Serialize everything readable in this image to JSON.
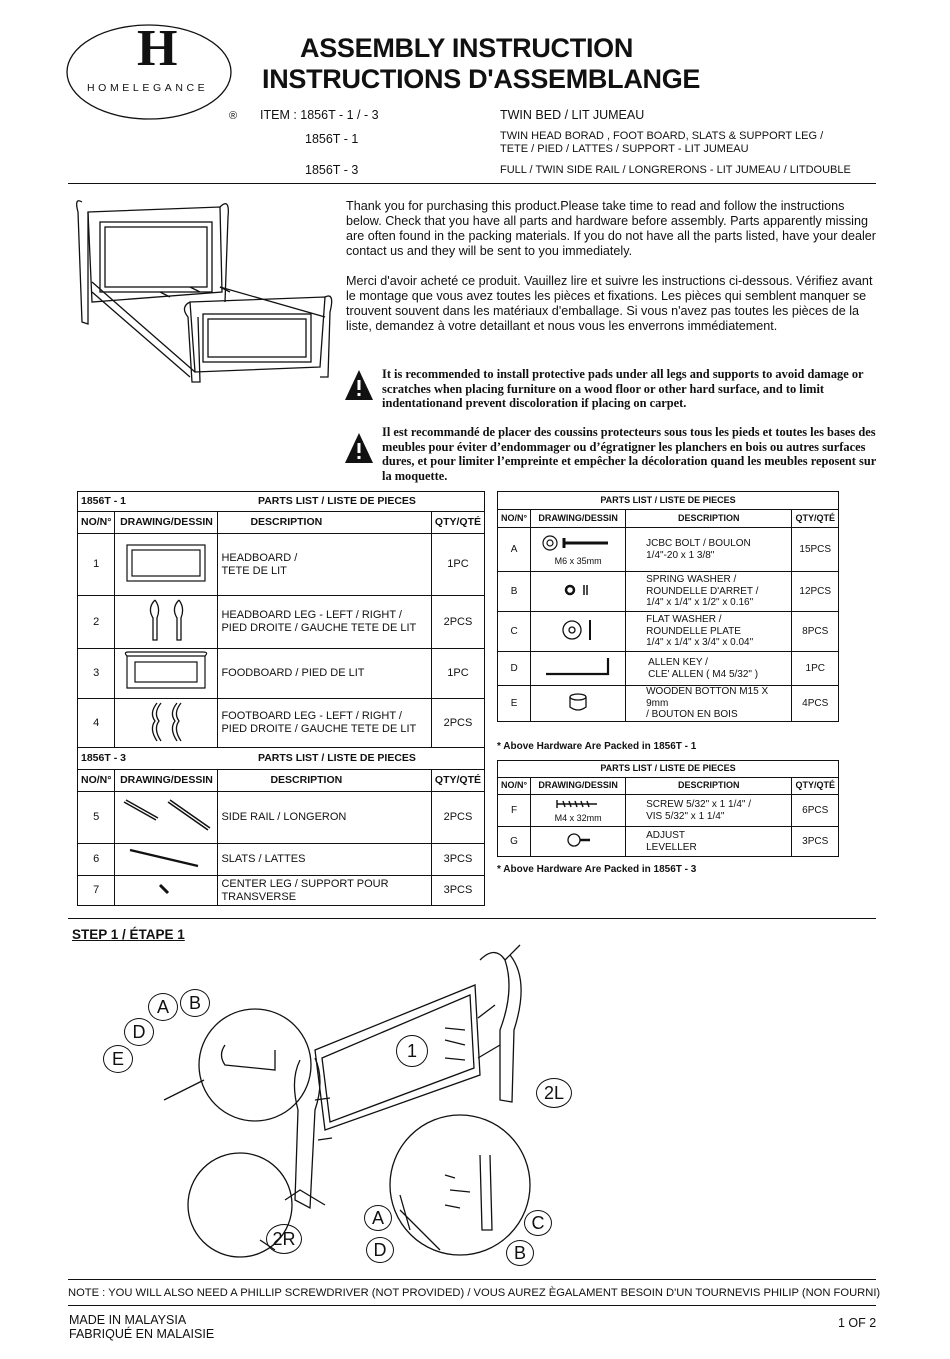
{
  "brand": {
    "logo_letter": "H",
    "logo_text": "HOMELEGANCE",
    "registered": "®"
  },
  "title": {
    "line1": "ASSEMBLY INSTRUCTION",
    "line2": "INSTRUCTIONS D'ASSEMBLANGE"
  },
  "item": {
    "label": "ITEM : 1856T - 1 / - 3",
    "bed_type": "TWIN BED / LIT JUMEAU",
    "sub1_code": "1856T - 1",
    "sub1_desc": "TWIN HEAD BORAD , FOOT BOARD, SLATS & SUPPORT LEG /\nTETE / PIED / LATTES / SUPPORT - LIT JUMEAU",
    "sub3_code": "1856T - 3",
    "sub3_desc": "FULL / TWIN SIDE RAIL / LONGRERONS - LIT JUMEAU /  LITDOUBLE"
  },
  "intro": {
    "en": "Thank you for purchasing this product.Please take time to read and follow the instructions below. Check that you have all parts and hardware before assembly. Parts apparently missing are often found in the packing materials. If you do not have all the parts listed, have your dealer contact us and they will be sent to you immediately.",
    "fr": "Merci d'avoir acheté ce produit. Vauillez lire et suivre les instructions ci-dessous. Vérifiez avant le montage que vous avez toutes les pièces et fixations. Les pièces qui semblent manquer se trouvent souvent dans les matériaux d'emballage. Si vous n'avez pas toutes les pièces de la liste, demandez à votre detaillant et nous vous les enverrons immédiatement."
  },
  "warnings": {
    "en": "It is recommended to install protective pads under all legs and supports to avoid damage or scratches when placing furniture on a wood floor or other hard surface, and to limit indentationand prevent discoloration if placing on carpet.",
    "fr": "Il est recommandé de placer des coussins protecteurs sous tous les pieds et toutes les bases des meubles pour éviter d’endommager ou d’égratigner les planchers en bois ou autres surfaces dures, et pour limiter l’empreinte et empêcher la décoloration quand les meubles reposent sur la moquette."
  },
  "parts1": {
    "code": "1856T - 1",
    "title": "PARTS LIST / LISTE DE PIECES",
    "headers": {
      "no": "NO/N°",
      "drawing": "DRAWING/DESSIN",
      "desc": "DESCRIPTION",
      "qty": "QTY/QTÉ"
    },
    "rows": [
      {
        "no": "1",
        "desc": "HEADBOARD /\nTETE DE LIT",
        "qty": "1PC"
      },
      {
        "no": "2",
        "desc": "HEADBOARD LEG - LEFT / RIGHT  /\nPIED DROITE / GAUCHE TETE DE LIT",
        "qty": "2PCS"
      },
      {
        "no": "3",
        "desc": "FOODBOARD / PIED DE LIT",
        "qty": "1PC"
      },
      {
        "no": "4",
        "desc": "FOOTBOARD LEG - LEFT / RIGHT  /\nPIED DROITE / GAUCHE TETE DE LIT",
        "qty": "2PCS"
      }
    ]
  },
  "parts3": {
    "code": "1856T - 3",
    "title": "PARTS LIST / LISTE DE PIECES",
    "headers": {
      "no": "NO/N°",
      "drawing": "DRAWING/DESSIN",
      "desc": "DESCRIPTION",
      "qty": "QTY/QTÉ"
    },
    "rows": [
      {
        "no": "5",
        "desc": "SIDE RAIL / LONGERON",
        "qty": "2PCS"
      },
      {
        "no": "6",
        "desc": "SLATS / LATTES",
        "qty": "3PCS"
      },
      {
        "no": "7",
        "desc": "CENTER LEG / SUPPORT POUR\nTRANSVERSE",
        "qty": "3PCS"
      }
    ]
  },
  "hardware1": {
    "title": "PARTS LIST / LISTE DE PIECES",
    "headers": {
      "no": "NO/N°",
      "drawing": "DRAWING/DESSIN",
      "desc": "DESCRIPTION",
      "qty": "QTY/QTÉ"
    },
    "rows": [
      {
        "no": "A",
        "note": "M6 x 35mm",
        "desc": "JCBC BOLT / BOULON\n1/4\"-20 x 1 3/8\"",
        "qty": "15PCS"
      },
      {
        "no": "B",
        "note": "",
        "desc": "SPRING WASHER /\nROUNDELLE D'ARRET /\n1/4\" x 1/4\" x 1/2\" x 0.16\"",
        "qty": "12PCS"
      },
      {
        "no": "C",
        "note": "",
        "desc": "FLAT WASHER  /\nROUNDELLE PLATE\n1/4\" x 1/4\" x 3/4\" x 0.04\"",
        "qty": "8PCS"
      },
      {
        "no": "D",
        "note": "",
        "desc": "ALLEN KEY /\nCLE' ALLEN ( M4 5/32\" )",
        "qty": "1PC"
      },
      {
        "no": "E",
        "note": "",
        "desc": "WOODEN BOTTON M15 X 9mm\n/ BOUTON EN BOIS",
        "qty": "4PCS"
      }
    ],
    "footnote": "* Above Hardware Are Packed in 1856T - 1"
  },
  "hardware3": {
    "title": "PARTS LIST / LISTE DE PIECES",
    "headers": {
      "no": "NO/N°",
      "drawing": "DRAWING/DESSIN",
      "desc": "DESCRIPTION",
      "qty": "QTY/QTÉ"
    },
    "rows": [
      {
        "no": "F",
        "note": "M4 x 32mm",
        "desc": "SCREW 5/32\" x 1 1/4\" /\nVIS 5/32\" x 1 1/4\"",
        "qty": "6PCS"
      },
      {
        "no": "G",
        "note": "",
        "desc": "ADJUST\nLEVELLER",
        "qty": "3PCS"
      }
    ],
    "footnote": "* Above Hardware Are Packed in 1856T - 3"
  },
  "step1": {
    "title": "STEP 1 / ÉTAPE 1",
    "callouts": {
      "A": "A",
      "B": "B",
      "C": "C",
      "D": "D",
      "E": "E",
      "one": "1",
      "twoL": "2L",
      "twoR": "2R",
      "A2": "A",
      "B2": "B",
      "D2": "D"
    }
  },
  "note": "NOTE : YOU WILL ALSO NEED A PHILLIP SCREWDRIVER (NOT PROVIDED) / VOUS AUREZ ÈGALAMENT BESOIN D'UN TOURNEVIS PHILIP (NON FOURNI)",
  "footer": {
    "made_en": "MADE IN MALAYSIA",
    "made_fr": "FABRIQUÉ EN MALAISIE",
    "page": "1 OF 2"
  }
}
